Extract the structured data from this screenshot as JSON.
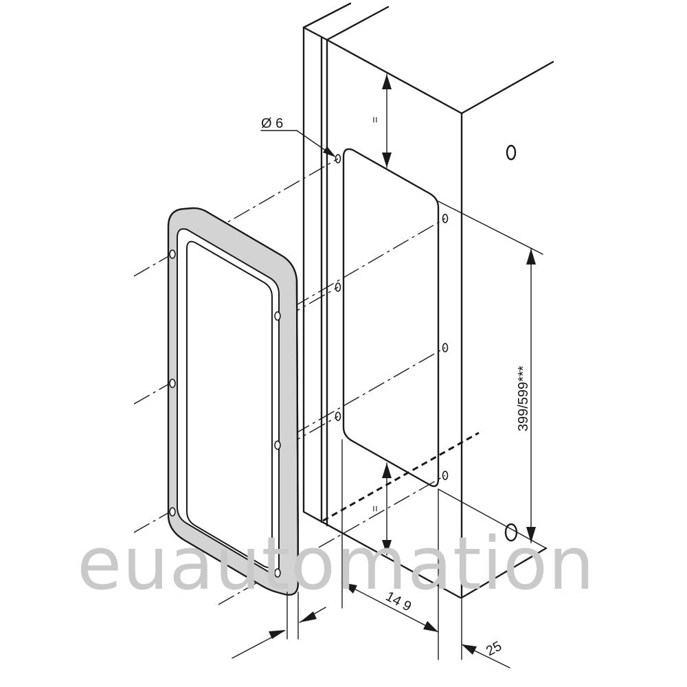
{
  "labels": {
    "hole_diameter": "Ø 6",
    "dim_top_equal": "=",
    "dim_bottom_equal": "=",
    "dim_height": "399/599***",
    "dim_offset": "14 9",
    "dim_edge": "25",
    "panel_marking": "0"
  },
  "watermark": {
    "text": "euautomation",
    "color": "#c9c9c9"
  },
  "colors": {
    "line": "#1a1a1a",
    "frame_fill": "#d3d3d3",
    "background": "#ffffff"
  }
}
